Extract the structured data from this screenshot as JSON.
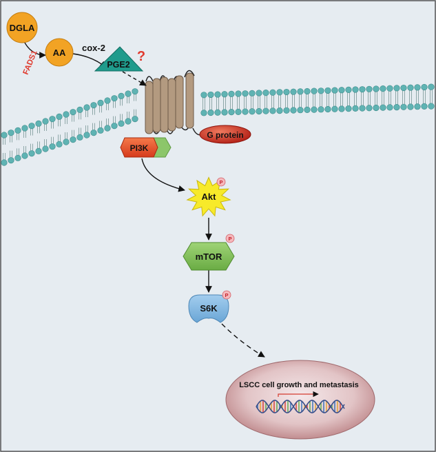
{
  "labels": {
    "dgla": "DGLA",
    "aa": "AA",
    "fads1": "FADS1",
    "cox2": "cox-2",
    "pge2": "PGE2",
    "unknown_mark": "?",
    "pi3k": "PI3K",
    "g_protein": "G protein",
    "akt": "Akt",
    "mtor": "mTOR",
    "s6k": "S6K",
    "phospho": "P",
    "nucleus_text": "LSCC  cell growth and metastasis"
  },
  "colors": {
    "background": "#e6ecf1",
    "membrane_head": "#5fb3b3",
    "receptor": "#b39a80",
    "node_orange": "#f2a324",
    "pge2_teal": "#1f9b8c",
    "enzyme_label_red": "#e03a2e",
    "pi3k_red": "#e4532a",
    "pi3k_green": "#8cc66a",
    "g_protein_red": "#c8261c",
    "akt_yellow": "#f7ea2a",
    "mtor_green": "#7fbf55",
    "s6k_blue": "#7fb7e0",
    "phospho_pink": "#f5b8bc",
    "nucleus_pink": "#d9b0b0"
  }
}
